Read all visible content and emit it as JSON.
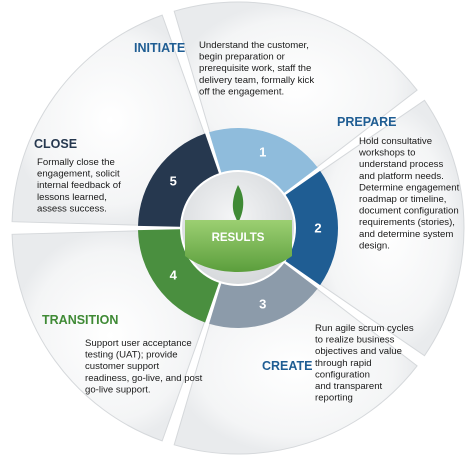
{
  "colors": {
    "initiate": "#8fbcdc",
    "prepare": "#1f5d93",
    "create": "#8c9baa",
    "transition": "#4a8f3f",
    "close": "#26384f",
    "title_blue": "#1f5d93",
    "title_green": "#3f8a35",
    "title_navy": "#26384f",
    "outer_panel": "#f3f4f5",
    "center_fill": "#e4e6e8",
    "results_fill": "#75b84e"
  },
  "center": {
    "label": "RESULTS",
    "icon": "leaf-icon"
  },
  "phases": [
    {
      "key": "initiate",
      "number": "1",
      "title": "INITIATE",
      "description": [
        "Understand the customer,",
        "begin preparation or",
        "prerequisite work, staff the",
        "delivery team, formally kick",
        "off the engagement."
      ]
    },
    {
      "key": "prepare",
      "number": "2",
      "title": "PREPARE",
      "description": [
        "Hold consultative",
        "workshops to",
        "understand process",
        "and platform needs.",
        "Determine engagement",
        "roadmap or timeline,",
        "document configuration",
        "requirements (stories),",
        "and determine system",
        "design."
      ]
    },
    {
      "key": "create",
      "number": "3",
      "title": "CREATE",
      "description": [
        "Run agile scrum cycles",
        "to realize business",
        "objectives and value",
        "through rapid",
        "configuration",
        "and transparent",
        "reporting"
      ]
    },
    {
      "key": "transition",
      "number": "4",
      "title": "TRANSITION",
      "description": [
        "Support user acceptance",
        "testing (UAT); provide",
        "customer support",
        "readiness, go-live, and post",
        "go-live support."
      ]
    },
    {
      "key": "close",
      "number": "5",
      "title": "CLOSE",
      "description": [
        "Formally close the",
        "engagement, solicit",
        "internal feedback of",
        "lessons learned,",
        "assess success."
      ]
    }
  ]
}
